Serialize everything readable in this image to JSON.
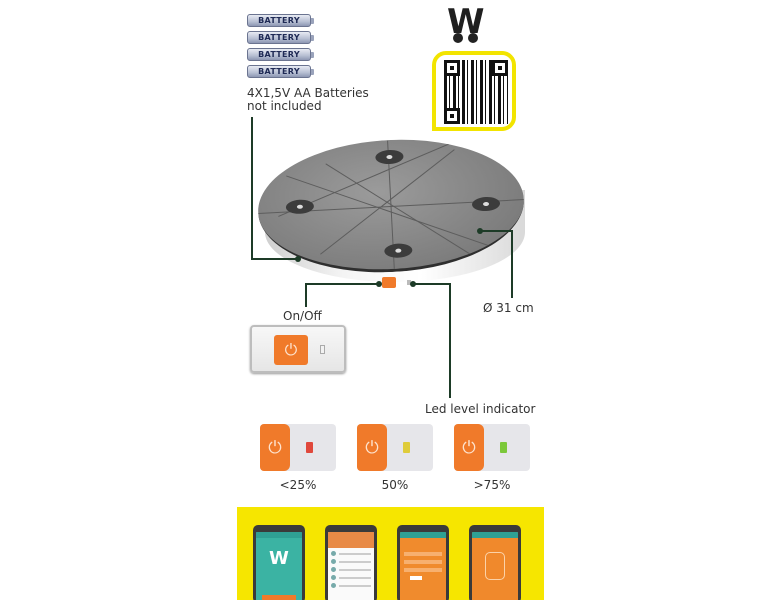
{
  "batteries": {
    "label": "BATTERY",
    "count": 4,
    "note_line1": "4X1,5V AA Batteries",
    "note_line2": "not included"
  },
  "logo": {
    "letter": "W"
  },
  "qr": {
    "frame_color": "#f2e400"
  },
  "device": {
    "diameter_label": "Ø 31 cm",
    "on_off_label": "On/Off",
    "led_label": "Led level indicator"
  },
  "icons": {
    "power": "⏻"
  },
  "led_levels": [
    {
      "label": "<25%",
      "led_color": "#e0483c"
    },
    {
      "label": "50%",
      "led_color": "#dfcc3a"
    },
    {
      "label": ">75%",
      "led_color": "#7cc83a"
    }
  ],
  "colors": {
    "accent_orange": "#f07a2a",
    "banner_yellow": "#f6e600",
    "leader_line": "#1d3b27"
  },
  "app_screens": {
    "logo_letter": "W",
    "count": 4
  }
}
